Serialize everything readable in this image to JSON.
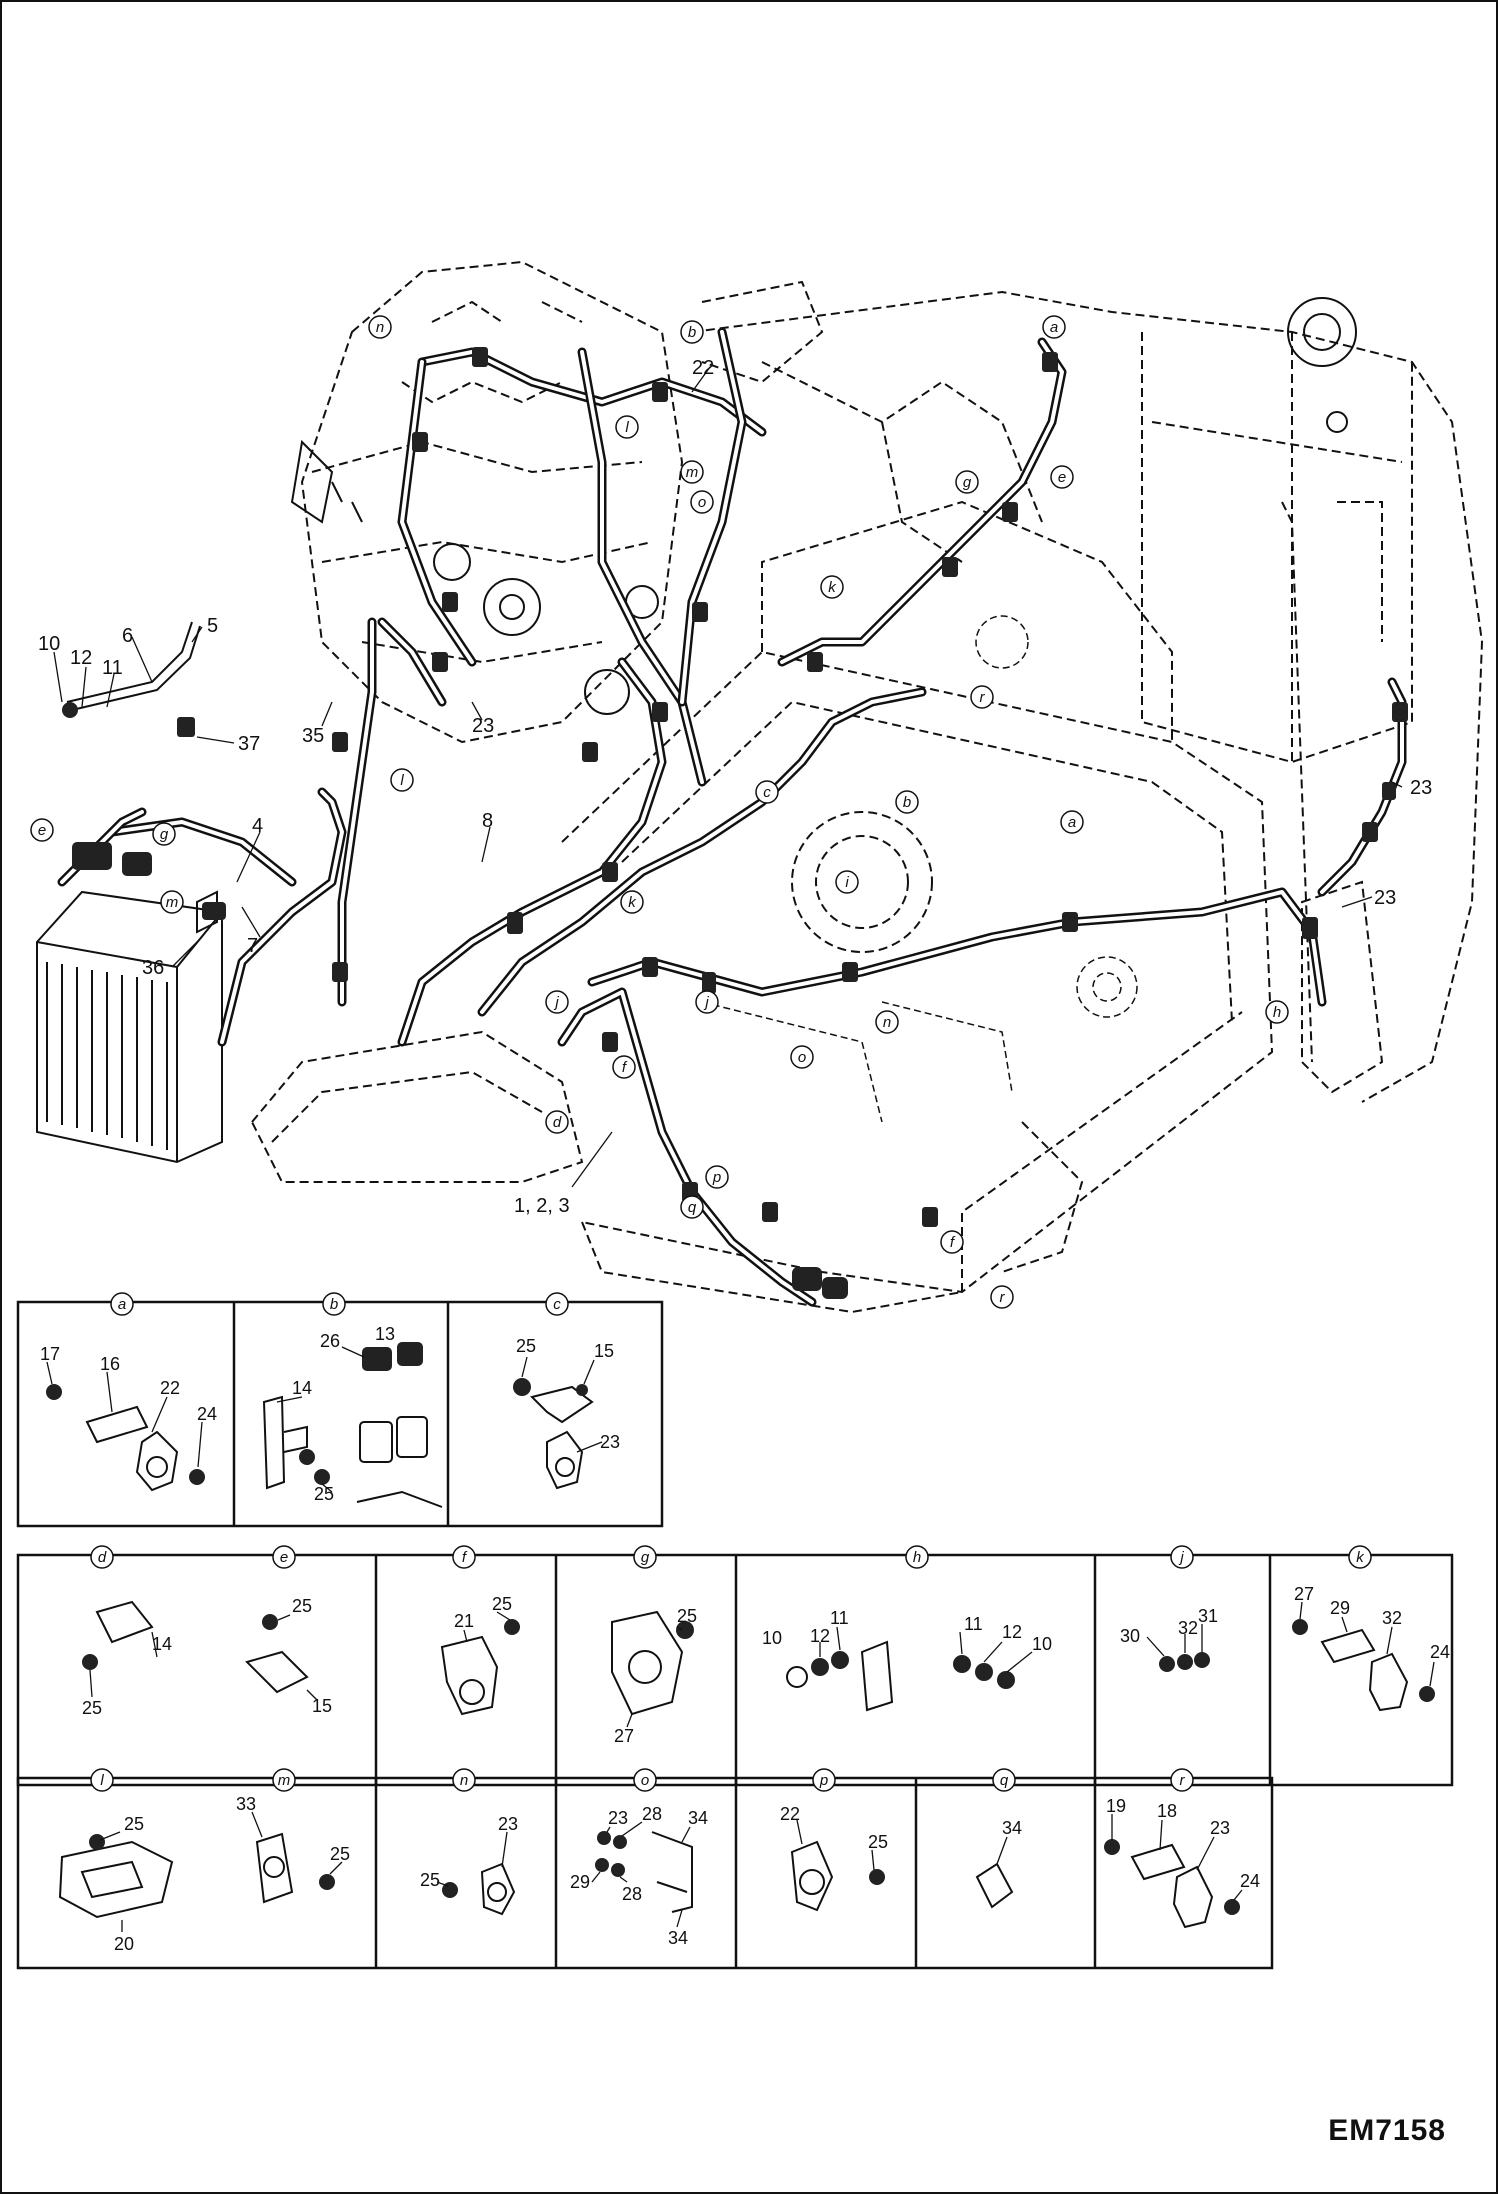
{
  "document_code": "EM7158",
  "main_view": {
    "callouts": [
      {
        "id": "c5",
        "label": "5"
      },
      {
        "id": "c6",
        "label": "6"
      },
      {
        "id": "c10",
        "label": "10"
      },
      {
        "id": "c12",
        "label": "12"
      },
      {
        "id": "c11",
        "label": "11"
      },
      {
        "id": "c37",
        "label": "37"
      },
      {
        "id": "c35",
        "label": "35"
      },
      {
        "id": "c4",
        "label": "4"
      },
      {
        "id": "c36",
        "label": "36"
      },
      {
        "id": "c7",
        "label": "7"
      },
      {
        "id": "c8",
        "label": "8"
      },
      {
        "id": "c22",
        "label": "22"
      },
      {
        "id": "c23a",
        "label": "23"
      },
      {
        "id": "c23b",
        "label": "23"
      },
      {
        "id": "c23c",
        "label": "23"
      },
      {
        "id": "c123",
        "label": "1, 2, 3"
      }
    ],
    "letter_markers": [
      "n",
      "b",
      "a",
      "e",
      "g",
      "l",
      "m",
      "o",
      "j",
      "f",
      "r",
      "k",
      "i",
      "h",
      "c",
      "d",
      "q",
      "p"
    ]
  },
  "detail_rows": [
    {
      "boxes": [
        {
          "letter": "a",
          "parts": [
            "17",
            "16",
            "22",
            "24"
          ]
        },
        {
          "letter": "b",
          "parts": [
            "14",
            "26",
            "13",
            "25"
          ]
        },
        {
          "letter": "c",
          "parts": [
            "25",
            "15",
            "23"
          ]
        }
      ]
    },
    {
      "boxes": [
        {
          "letter": "d",
          "parts": [
            "14",
            "25"
          ]
        },
        {
          "letter": "e",
          "parts": [
            "25",
            "15"
          ]
        },
        {
          "letter": "f",
          "parts": [
            "25",
            "21"
          ]
        },
        {
          "letter": "g",
          "parts": [
            "25",
            "27"
          ]
        },
        {
          "letter": "h",
          "parts": [
            "10",
            "12",
            "11",
            "11",
            "12",
            "10"
          ]
        },
        {
          "letter": "j",
          "parts": [
            "30",
            "32",
            "31"
          ]
        },
        {
          "letter": "k",
          "parts": [
            "27",
            "29",
            "32",
            "24"
          ]
        }
      ]
    },
    {
      "boxes": [
        {
          "letter": "l",
          "parts": [
            "25",
            "20"
          ]
        },
        {
          "letter": "m",
          "parts": [
            "33",
            "25"
          ]
        },
        {
          "letter": "n",
          "parts": [
            "25",
            "23"
          ]
        },
        {
          "letter": "o",
          "parts": [
            "23",
            "28",
            "34",
            "29",
            "28",
            "34"
          ]
        },
        {
          "letter": "p",
          "parts": [
            "22",
            "25"
          ]
        },
        {
          "letter": "q",
          "parts": [
            "34"
          ]
        },
        {
          "letter": "r",
          "parts": [
            "19",
            "18",
            "23",
            "24"
          ]
        }
      ]
    }
  ]
}
